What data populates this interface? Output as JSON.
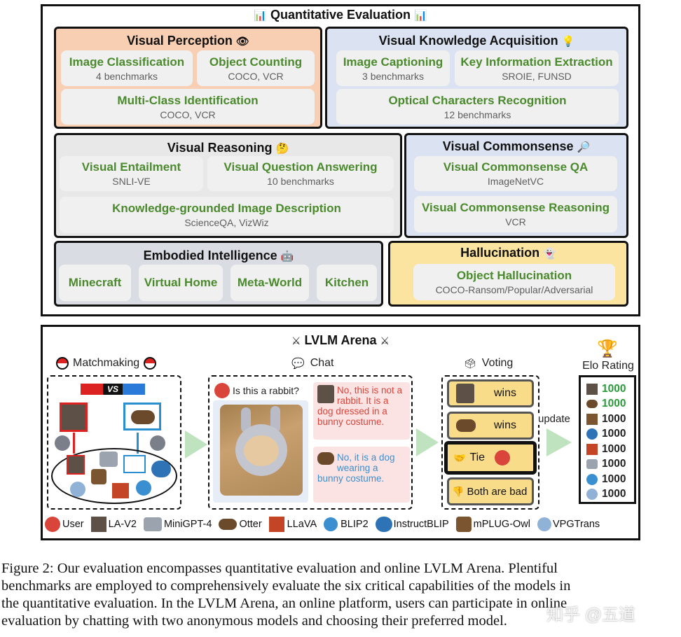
{
  "quant": {
    "title": "Quantitative Evaluation",
    "perception": {
      "title": "Visual Perception",
      "cards": [
        {
          "t": "Image Classification",
          "s": "4 benchmarks"
        },
        {
          "t": "Object Counting",
          "s": "COCO, VCR"
        },
        {
          "t": "Multi-Class Identification",
          "s": "COCO, VCR"
        }
      ]
    },
    "knowledge": {
      "title": "Visual Knowledge Acquisition",
      "cards": [
        {
          "t": "Image Captioning",
          "s": "3 benchmarks"
        },
        {
          "t": "Key Information Extraction",
          "s": "SROIE, FUNSD"
        },
        {
          "t": "Optical Characters Recognition",
          "s": "12 benchmarks"
        }
      ]
    },
    "reasoning": {
      "title": "Visual Reasoning",
      "cards": [
        {
          "t": "Visual Entailment",
          "s": "SNLI-VE"
        },
        {
          "t": "Visual Question Answering",
          "s": "10 benchmarks"
        },
        {
          "t": "Knowledge-grounded Image Description",
          "s": "ScienceQA, VizWiz"
        }
      ]
    },
    "commonsense": {
      "title": "Visual Commonsense",
      "cards": [
        {
          "t": "Visual Commonsense QA",
          "s": "ImageNetVC"
        },
        {
          "t": "Visual Commonsense Reasoning",
          "s": "VCR"
        }
      ]
    },
    "embodied": {
      "title": "Embodied Intelligence",
      "cards": [
        "Minecraft",
        "Virtual Home",
        "Meta-World",
        "Kitchen"
      ]
    },
    "hallucination": {
      "title": "Hallucination",
      "card": {
        "t": "Object Hallucination",
        "s": "COCO-Ransom/Popular/Adversarial"
      }
    }
  },
  "arena": {
    "title": "LVLM Arena",
    "matchmaking": "Matchmaking",
    "vs": "VS",
    "chat": {
      "label": "Chat",
      "question": "Is this a rabbit?",
      "answer1": "No, this is not a rabbit. It is a dog dressed in a bunny costume.",
      "answer2": "No, it is a dog wearing a bunny costume."
    },
    "voting": {
      "label": "Voting",
      "options": [
        "wins",
        "wins",
        "Tie",
        "Both are bad"
      ]
    },
    "update": "update",
    "elo": {
      "label": "Elo Rating",
      "scores": [
        "1000",
        "1000",
        "1000",
        "1000",
        "1000",
        "1000",
        "1000",
        "1000"
      ],
      "highlight_color": "#2a9a3a"
    },
    "legend": [
      "User",
      "LA-V2",
      "MiniGPT-4",
      "Otter",
      "LLaVA",
      "BLIP2",
      "InstructBLIP",
      "mPLUG-Owl",
      "VPGTrans"
    ]
  },
  "caption": {
    "line1": "Figure 2: Our evaluation encompasses quantitative evaluation and online LVLM Arena. Plentiful",
    "line2": "benchmarks are employed to comprehensively evaluate the six critical capabilities of the models in",
    "line3": "the quantitative evaluation. In the LVLM Arena, an online platform, users can participate in online",
    "line4": "evaluation by chatting with two anonymous models and choosing their preferred model.",
    "watermark": "知乎 @五道"
  },
  "colors": {
    "perception_bg": "#f8cfb2",
    "knowledge_bg": "#dbe3f3",
    "reasoning_bg": "#e8e8e8",
    "commonsense_bg": "#dbe3f3",
    "embodied_bg": "#d9dde3",
    "hallucination_bg": "#fbe3a0",
    "card_text": "#4a8a2c",
    "answer1_color": "#d9453a",
    "answer2_color": "#3a8fd0"
  }
}
